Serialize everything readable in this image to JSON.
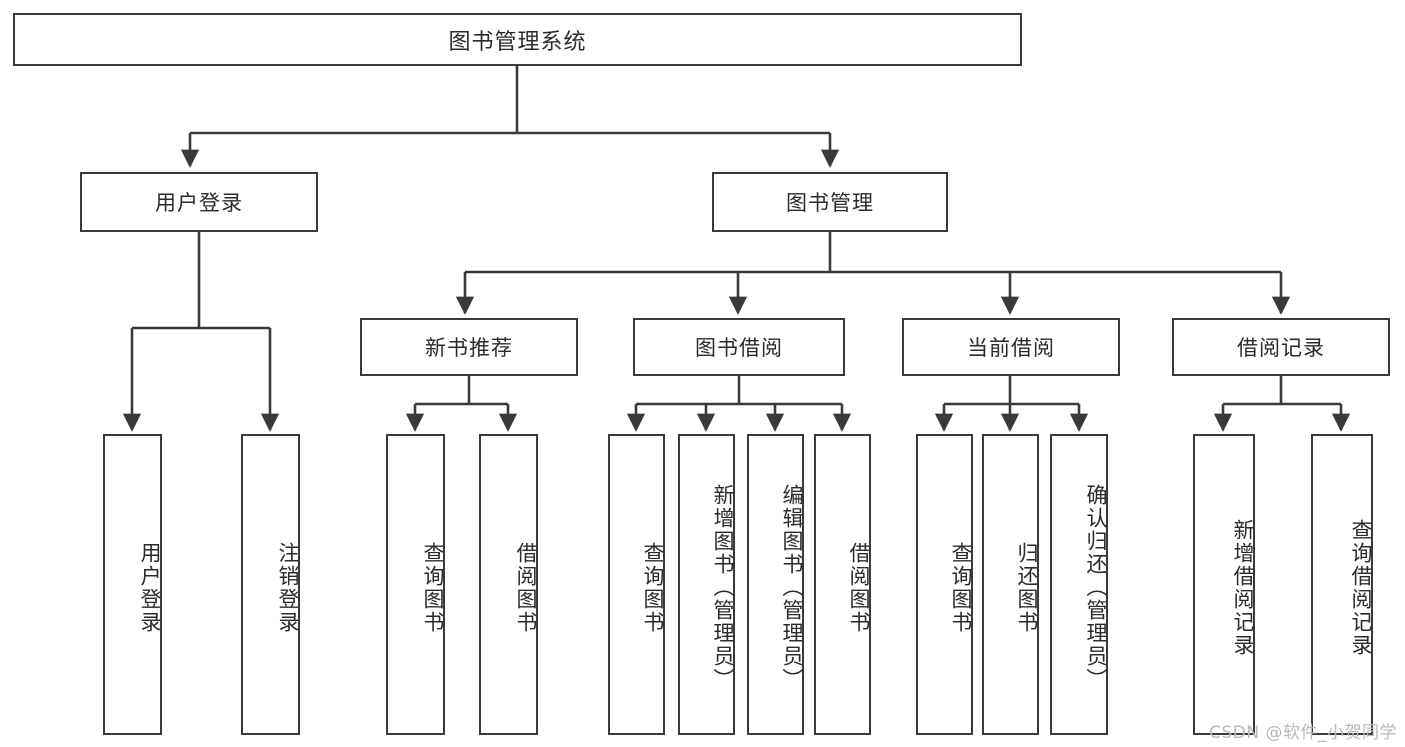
{
  "diagram": {
    "title": "图书管理系统",
    "watermark": "CSDN @软件_小贺同学",
    "type": "tree-diagram",
    "colors": {
      "box_border": "#3a3a3a",
      "box_fill": "#ffffff",
      "connector": "#3a3a3a",
      "text": "#2b2b2b",
      "watermark": "#b9b9b9",
      "background": "#ffffff"
    },
    "root": {
      "label": "图书管理系统"
    },
    "level2": [
      {
        "id": "user-login",
        "label": "用户登录"
      },
      {
        "id": "book-manage",
        "label": "图书管理"
      }
    ],
    "level3": [
      {
        "id": "new-book-recommend",
        "label": "新书推荐",
        "parent": "book-manage"
      },
      {
        "id": "book-borrow",
        "label": "图书借阅",
        "parent": "book-manage"
      },
      {
        "id": "current-borrow",
        "label": "当前借阅",
        "parent": "book-manage"
      },
      {
        "id": "borrow-record",
        "label": "借阅记录",
        "parent": "book-manage"
      }
    ],
    "leaves": {
      "user-login": [
        {
          "id": "leaf-user-login",
          "label": "用户登录"
        },
        {
          "id": "leaf-user-logout",
          "label": "注销登录"
        }
      ],
      "new-book-recommend": [
        {
          "id": "leaf-query-book-1",
          "label": "查询图书"
        },
        {
          "id": "leaf-borrow-book-1",
          "label": "借阅图书"
        }
      ],
      "book-borrow": [
        {
          "id": "leaf-query-book-2",
          "label": "查询图书"
        },
        {
          "id": "leaf-add-book",
          "label": "新增图书（管理员）"
        },
        {
          "id": "leaf-edit-book",
          "label": "编辑图书（管理员）"
        },
        {
          "id": "leaf-borrow-book-2",
          "label": "借阅图书"
        }
      ],
      "current-borrow": [
        {
          "id": "leaf-query-book-3",
          "label": "查询图书"
        },
        {
          "id": "leaf-return-book",
          "label": "归还图书"
        },
        {
          "id": "leaf-confirm-return",
          "label": "确认归还（管理员）"
        }
      ],
      "borrow-record": [
        {
          "id": "leaf-add-record",
          "label": "新增借阅记录"
        },
        {
          "id": "leaf-query-record",
          "label": "查询借阅记录"
        }
      ]
    }
  }
}
